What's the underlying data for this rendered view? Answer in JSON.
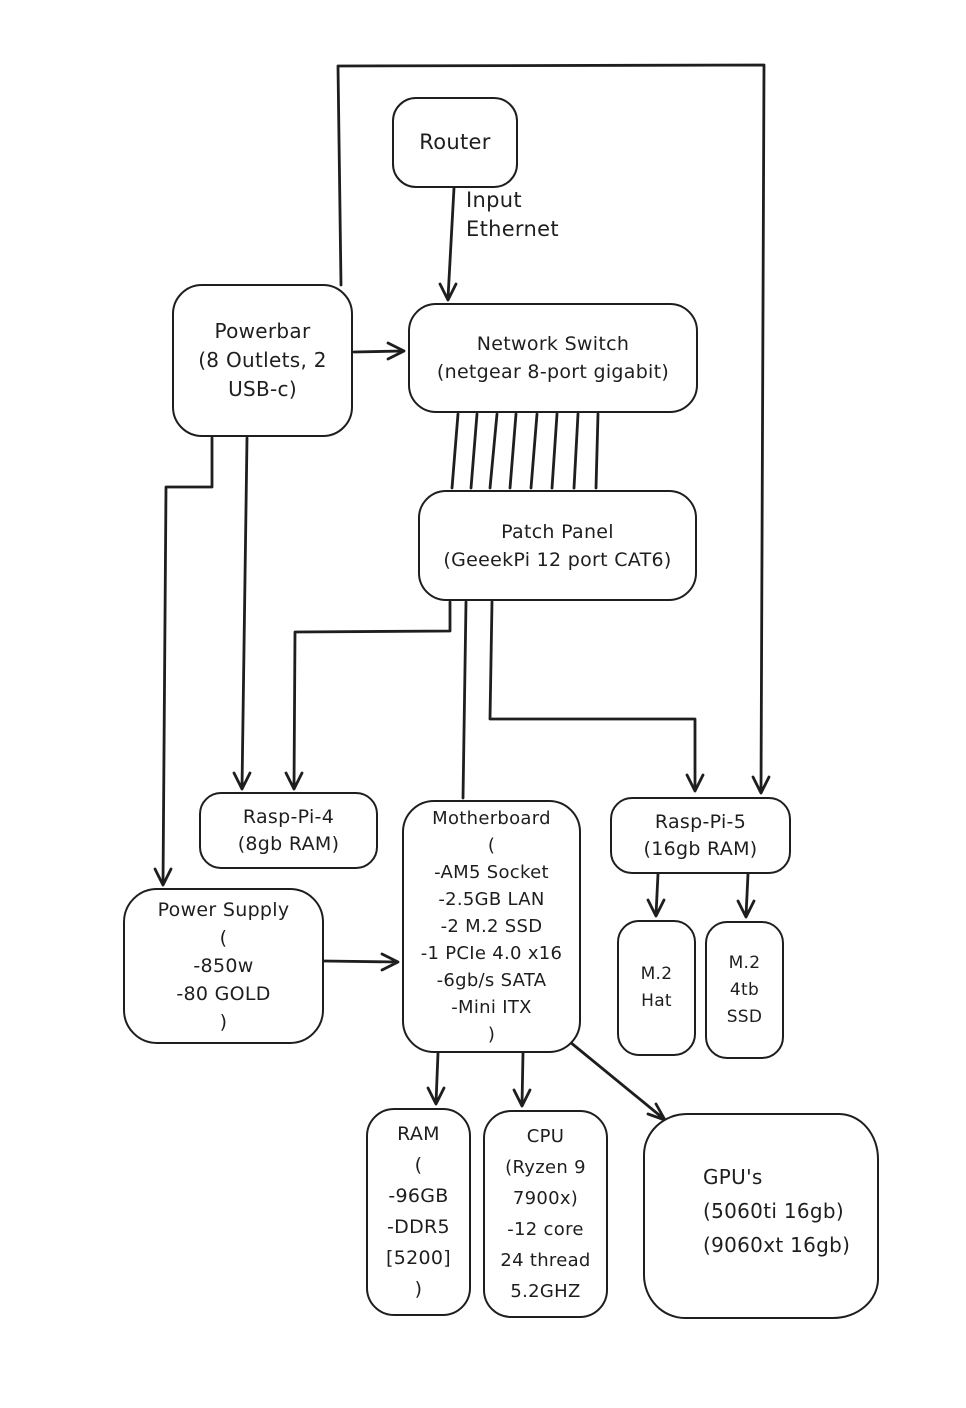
{
  "canvas": {
    "ink_color": "#1e1e1e",
    "background_color": "#ffffff"
  },
  "nodes": {
    "router": {
      "lines": [
        "Router"
      ]
    },
    "powerbar": {
      "lines": [
        "Powerbar",
        "(8 Outlets, 2",
        "USB-c)"
      ]
    },
    "network_switch": {
      "lines": [
        "Network Switch",
        "(netgear 8-port gigabit)"
      ]
    },
    "patch_panel": {
      "lines": [
        "Patch Panel",
        "(GeeekPi 12 port CAT6)"
      ]
    },
    "rasp_pi_4": {
      "lines": [
        "Rasp-Pi-4",
        "(8gb RAM)"
      ]
    },
    "rasp_pi_5": {
      "lines": [
        "Rasp-Pi-5",
        "(16gb RAM)"
      ]
    },
    "power_supply": {
      "lines": [
        "Power Supply",
        "(",
        "-850w",
        "-80 GOLD",
        ")"
      ]
    },
    "motherboard": {
      "lines": [
        "Motherboard",
        "(",
        "-AM5 Socket",
        "-2.5GB LAN",
        "-2 M.2 SSD",
        "-1 PCIe 4.0 x16",
        "-6gb/s SATA",
        "-Mini ITX",
        ")"
      ]
    },
    "m2_hat": {
      "lines": [
        "M.2",
        "Hat"
      ]
    },
    "m2_4tb_ssd": {
      "lines": [
        "M.2",
        "4tb",
        "SSD"
      ]
    },
    "ram": {
      "lines": [
        "RAM",
        "(",
        "-96GB",
        "-DDR5",
        "[5200]",
        ")"
      ]
    },
    "cpu": {
      "lines": [
        "CPU",
        "(Ryzen 9",
        "7900x)",
        "-12 core",
        "24 thread",
        "5.2GHZ"
      ]
    },
    "gpus": {
      "lines": [
        "GPU's",
        "(5060ti 16gb)",
        "(9060xt 16gb)"
      ]
    }
  },
  "labels": {
    "input_ethernet": {
      "lines": [
        "Input",
        "Ethernet"
      ]
    }
  }
}
